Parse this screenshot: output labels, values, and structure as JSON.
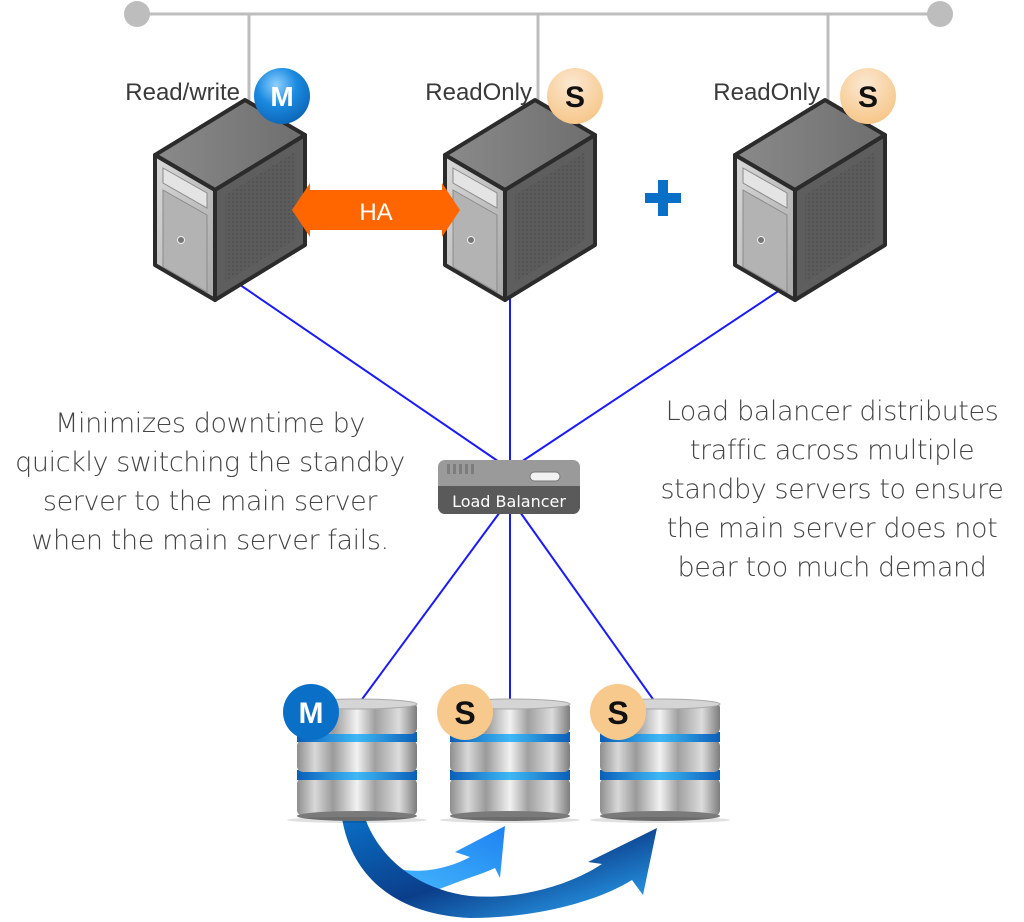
{
  "diagram": {
    "title": "Database high availability and load balancing",
    "bus_colors": {
      "bus": "#bdbdbd",
      "link": "#1a1aff",
      "ha": "#ff6600",
      "plus": "#0a6fc6",
      "master_badge": "#0a6fc6",
      "slave_badge": "#f8c98c"
    },
    "servers": [
      {
        "role_label": "Read/write",
        "badge": "M",
        "kind": "master"
      },
      {
        "role_label": "ReadOnly",
        "badge": "S",
        "kind": "slave"
      },
      {
        "role_label": "ReadOnly",
        "badge": "S",
        "kind": "slave"
      }
    ],
    "ha_label": "HA",
    "plus_symbol": "+",
    "load_balancer_label": "Load Balancer",
    "left_description": [
      "Minimizes downtime by",
      "quickly switching the standby",
      "server to the main server",
      "when the main server fails."
    ],
    "right_description": [
      "Load balancer distributes",
      "traffic across multiple",
      "standby servers to ensure",
      "the main server does not",
      "bear too much demand"
    ],
    "databases": [
      {
        "badge": "M",
        "kind": "master"
      },
      {
        "badge": "S",
        "kind": "slave"
      },
      {
        "badge": "S",
        "kind": "slave"
      }
    ],
    "replication_arrows": [
      {
        "from": "M",
        "to": "S1"
      },
      {
        "from": "M",
        "to": "S2"
      }
    ]
  }
}
